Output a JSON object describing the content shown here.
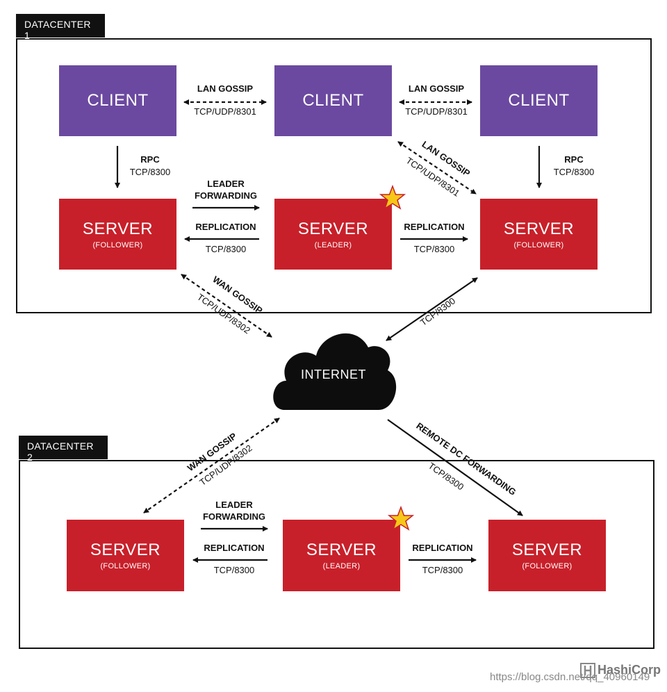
{
  "datacenter1": {
    "tab": "DATACENTER 1",
    "clients": [
      {
        "title": "CLIENT"
      },
      {
        "title": "CLIENT"
      },
      {
        "title": "CLIENT"
      }
    ],
    "servers": [
      {
        "title": "SERVER",
        "role": "(FOLLOWER)"
      },
      {
        "title": "SERVER",
        "role": "(LEADER)"
      },
      {
        "title": "SERVER",
        "role": "(FOLLOWER)"
      }
    ],
    "lan_gossip_1": {
      "title": "LAN GOSSIP",
      "sub": "TCP/UDP/8301"
    },
    "lan_gossip_2": {
      "title": "LAN GOSSIP",
      "sub": "TCP/UDP/8301"
    },
    "lan_gossip_diag": {
      "title": "LAN GOSSIP",
      "sub": "TCP/UDP/8301"
    },
    "rpc_left": {
      "title": "RPC",
      "sub": "TCP/8300"
    },
    "rpc_right": {
      "title": "RPC",
      "sub": "TCP/8300"
    },
    "leader_fwd": {
      "line1": "LEADER",
      "line2": "FORWARDING"
    },
    "replication_left": {
      "title": "REPLICATION",
      "sub": "TCP/8300"
    },
    "replication_right": {
      "title": "REPLICATION",
      "sub": "TCP/8300"
    }
  },
  "internet": {
    "label": "INTERNET",
    "wan_gossip_top": {
      "title": "WAN GOSSIP",
      "sub": "TCP/UDP/8302"
    },
    "tcp_right_top": {
      "sub": "TCP/8300"
    },
    "wan_gossip_bottom": {
      "title": "WAN GOSSIP",
      "sub": "TCP/UDP/8302"
    },
    "remote_dc": {
      "title": "REMOTE DC FORWARDING",
      "sub": "TCP/8300"
    }
  },
  "datacenter2": {
    "tab": "DATACENTER 2",
    "servers": [
      {
        "title": "SERVER",
        "role": "(FOLLOWER)"
      },
      {
        "title": "SERVER",
        "role": "(LEADER)"
      },
      {
        "title": "SERVER",
        "role": "(FOLLOWER)"
      }
    ],
    "leader_fwd": {
      "line1": "LEADER",
      "line2": "FORWARDING"
    },
    "replication_left": {
      "title": "REPLICATION",
      "sub": "TCP/8300"
    },
    "replication_right": {
      "title": "REPLICATION",
      "sub": "TCP/8300"
    }
  },
  "footer": {
    "watermark": "https://blog.csdn.net/qq_40960149",
    "logo": "HashiCorp"
  },
  "colors": {
    "client": "#6b49a0",
    "server": "#c8202a",
    "star": "#f6c818"
  }
}
